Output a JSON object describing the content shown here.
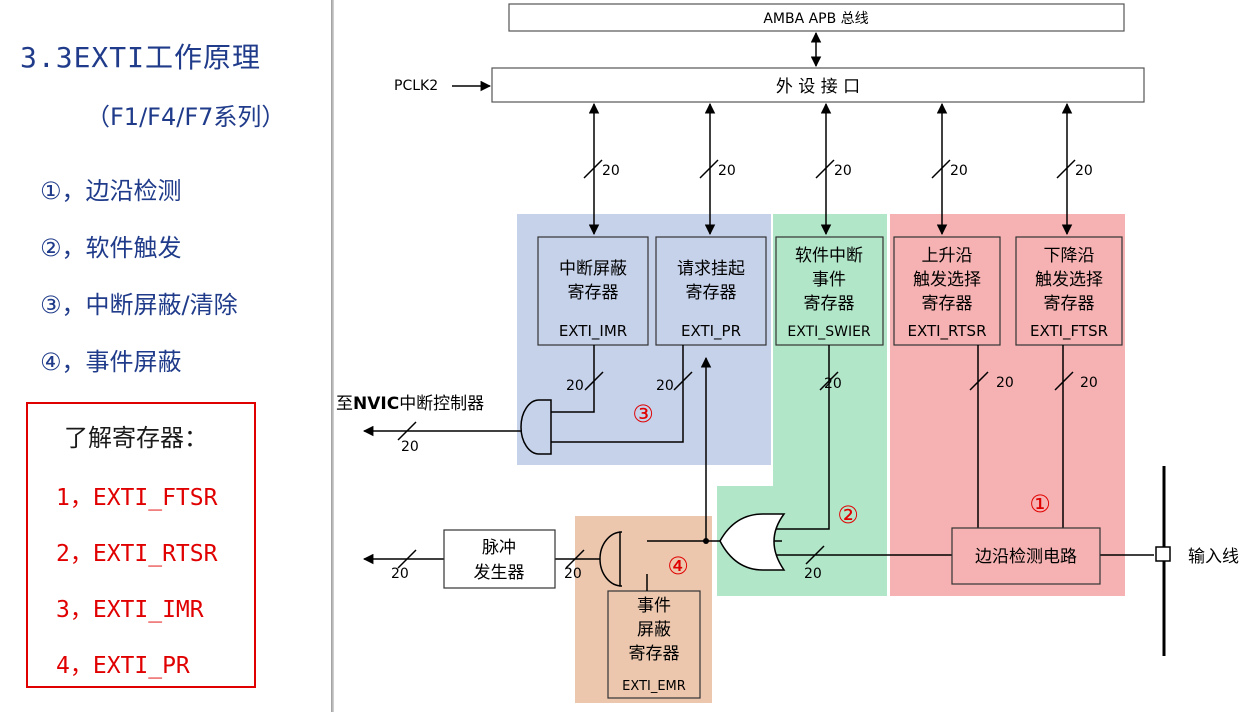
{
  "left_panel": {
    "title": "3.3EXTI工作原理",
    "subtitle": "（F1/F4/F7系列）",
    "points": [
      "①，边沿检测",
      "②，软件触发",
      "③，中断屏蔽/清除",
      "④，事件屏蔽"
    ],
    "register_box": {
      "heading": "了解寄存器：",
      "items": [
        "1，EXTI_FTSR",
        "2，EXTI_RTSR",
        "3，EXTI_IMR",
        "4，EXTI_PR"
      ]
    }
  },
  "diagram": {
    "bus_label": "AMBA APB 总线",
    "pclk_label": "PCLK2",
    "peripheral_interface_label": "外 设 接 口",
    "bus_width": "20",
    "registers": {
      "imr": {
        "name_lines": [
          "中断屏蔽",
          "寄存器"
        ],
        "code": "EXTI_IMR"
      },
      "pr": {
        "name_lines": [
          "请求挂起",
          "寄存器"
        ],
        "code": "EXTI_PR"
      },
      "swier": {
        "name_lines": [
          "软件中断",
          "事件",
          "寄存器"
        ],
        "code": "EXTI_SWIER"
      },
      "rtsr": {
        "name_lines": [
          "上升沿",
          "触发选择",
          "寄存器"
        ],
        "code": "EXTI_RTSR"
      },
      "ftsr": {
        "name_lines": [
          "下降沿",
          "触发选择",
          "寄存器"
        ],
        "code": "EXTI_FTSR"
      },
      "emr": {
        "name_lines": [
          "事件",
          "屏蔽",
          "寄存器"
        ],
        "code": "EXTI_EMR"
      }
    },
    "nvic_prefix": "至",
    "nvic_bold": "NVIC",
    "nvic_suffix": "中断控制器",
    "pulse_generator_lines": [
      "脉冲",
      "发生器"
    ],
    "edge_detect_label": "边沿检测电路",
    "input_line_label": "输入线",
    "markers": {
      "one": "①",
      "two": "②",
      "three": "③",
      "four": "④"
    },
    "colors": {
      "blue_zone": "#c6d2ea",
      "green_zone": "#b2e6c9",
      "red_zone": "#f6b2b2",
      "tan_zone": "#ecc7ae",
      "marker": "#e00000"
    }
  }
}
